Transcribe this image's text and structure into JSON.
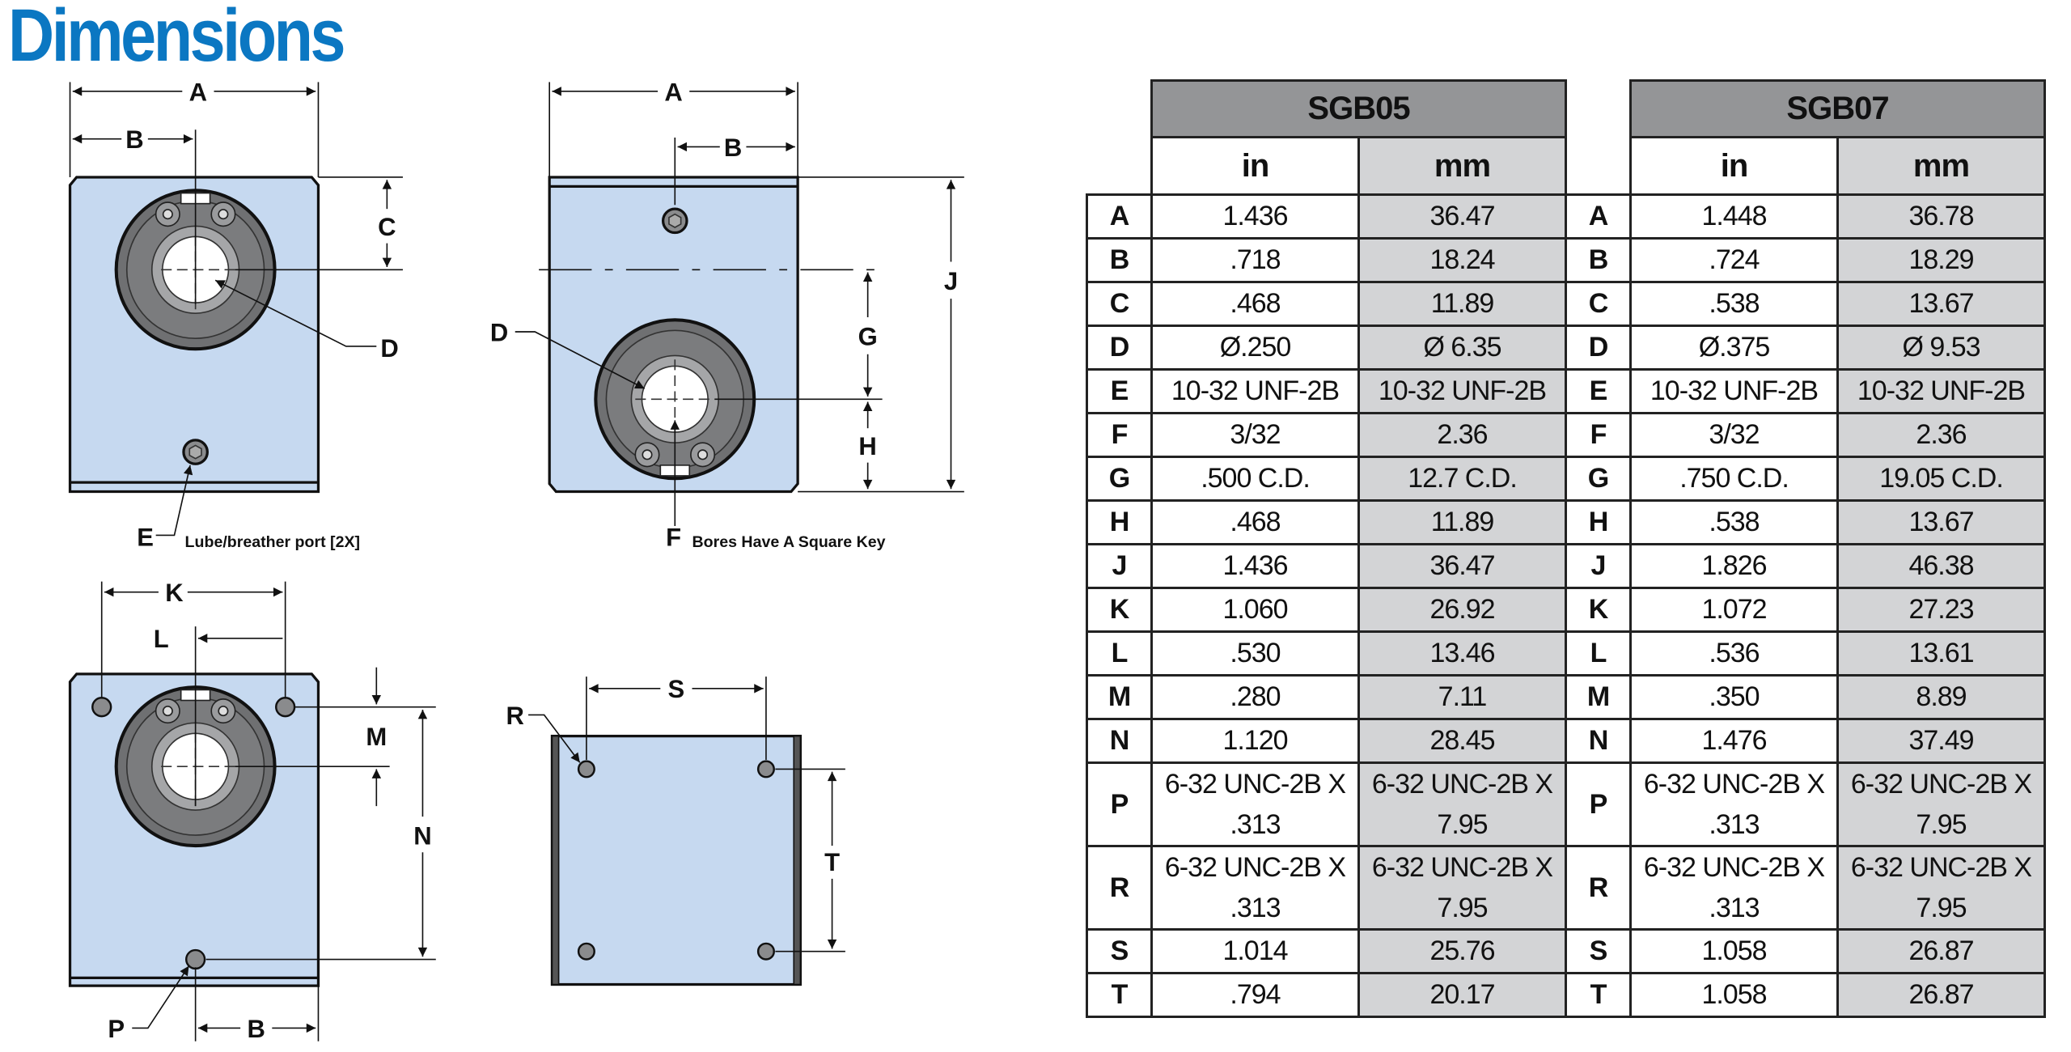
{
  "title": "Dimensions",
  "diagram_labels": {
    "A": "A",
    "B": "B",
    "C": "C",
    "D": "D",
    "E": "E",
    "F": "F",
    "G": "G",
    "H": "H",
    "J": "J",
    "K": "K",
    "L": "L",
    "M": "M",
    "N": "N",
    "P": "P",
    "R": "R",
    "S": "S",
    "T": "T",
    "lube_note": "Lube/breather port [2X]",
    "key_note": "Bores Have A Square Key"
  },
  "table": {
    "models": [
      "SGB05",
      "SGB07"
    ],
    "units": [
      "in",
      "mm"
    ],
    "rows": [
      {
        "dim": "A",
        "sgb05_in": "1.436",
        "sgb05_mm": "36.47",
        "sgb07_in": "1.448",
        "sgb07_mm": "36.78"
      },
      {
        "dim": "B",
        "sgb05_in": ".718",
        "sgb05_mm": "18.24",
        "sgb07_in": ".724",
        "sgb07_mm": "18.29"
      },
      {
        "dim": "C",
        "sgb05_in": ".468",
        "sgb05_mm": "11.89",
        "sgb07_in": ".538",
        "sgb07_mm": "13.67"
      },
      {
        "dim": "D",
        "sgb05_in": "Ø.250",
        "sgb05_mm": "Ø 6.35",
        "sgb07_in": "Ø.375",
        "sgb07_mm": "Ø 9.53"
      },
      {
        "dim": "E",
        "sgb05_in": "10-32 UNF-2B",
        "sgb05_mm": "10-32 UNF-2B",
        "sgb07_in": "10-32 UNF-2B",
        "sgb07_mm": "10-32 UNF-2B"
      },
      {
        "dim": "F",
        "sgb05_in": "3/32",
        "sgb05_mm": "2.36",
        "sgb07_in": "3/32",
        "sgb07_mm": "2.36"
      },
      {
        "dim": "G",
        "sgb05_in": ".500 C.D.",
        "sgb05_mm": "12.7 C.D.",
        "sgb07_in": ".750 C.D.",
        "sgb07_mm": "19.05 C.D."
      },
      {
        "dim": "H",
        "sgb05_in": ".468",
        "sgb05_mm": "11.89",
        "sgb07_in": ".538",
        "sgb07_mm": "13.67"
      },
      {
        "dim": "J",
        "sgb05_in": "1.436",
        "sgb05_mm": "36.47",
        "sgb07_in": "1.826",
        "sgb07_mm": "46.38"
      },
      {
        "dim": "K",
        "sgb05_in": "1.060",
        "sgb05_mm": "26.92",
        "sgb07_in": "1.072",
        "sgb07_mm": "27.23"
      },
      {
        "dim": "L",
        "sgb05_in": ".530",
        "sgb05_mm": "13.46",
        "sgb07_in": ".536",
        "sgb07_mm": "13.61"
      },
      {
        "dim": "M",
        "sgb05_in": ".280",
        "sgb05_mm": "7.11",
        "sgb07_in": ".350",
        "sgb07_mm": "8.89"
      },
      {
        "dim": "N",
        "sgb05_in": "1.120",
        "sgb05_mm": "28.45",
        "sgb07_in": "1.476",
        "sgb07_mm": "37.49"
      },
      {
        "dim": "P",
        "sgb05_in": "6-32 UNC-2B X .313",
        "sgb05_mm": "6-32 UNC-2B X 7.95",
        "sgb07_in": "6-32 UNC-2B X .313",
        "sgb07_mm": "6-32 UNC-2B X 7.95"
      },
      {
        "dim": "R",
        "sgb05_in": "6-32 UNC-2B X .313",
        "sgb05_mm": "6-32 UNC-2B X 7.95",
        "sgb07_in": "6-32 UNC-2B X .313",
        "sgb07_mm": "6-32 UNC-2B X 7.95"
      },
      {
        "dim": "S",
        "sgb05_in": "1.014",
        "sgb05_mm": "25.76",
        "sgb07_in": "1.058",
        "sgb07_mm": "26.87"
      },
      {
        "dim": "T",
        "sgb05_in": ".794",
        "sgb05_mm": "20.17",
        "sgb07_in": "1.058",
        "sgb07_mm": "26.87"
      }
    ]
  },
  "colors": {
    "title": "#0b77c2",
    "body": "#c6d9f0",
    "header": "#949597",
    "shade": "#d3d4d6"
  }
}
